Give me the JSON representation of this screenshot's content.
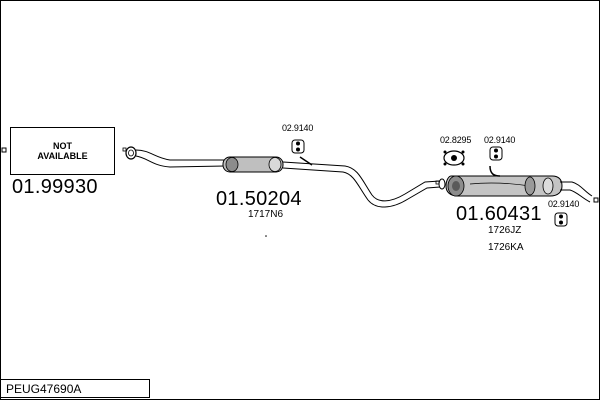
{
  "not_available": {
    "line1": "NOT",
    "line2": "AVAILABLE"
  },
  "parts": {
    "front": {
      "number": "01.99930"
    },
    "middle": {
      "number": "01.50204",
      "oem": "1717N6"
    },
    "rear": {
      "number": "01.60431",
      "oem1": "1726JZ",
      "oem2": "1726KA"
    }
  },
  "accessories": {
    "hanger_middle": "02.9140",
    "ring_rear": "02.8295",
    "hanger_rear": "02.9140",
    "hanger_tail": "02.9140"
  },
  "product_code": "PEUG47690A"
}
